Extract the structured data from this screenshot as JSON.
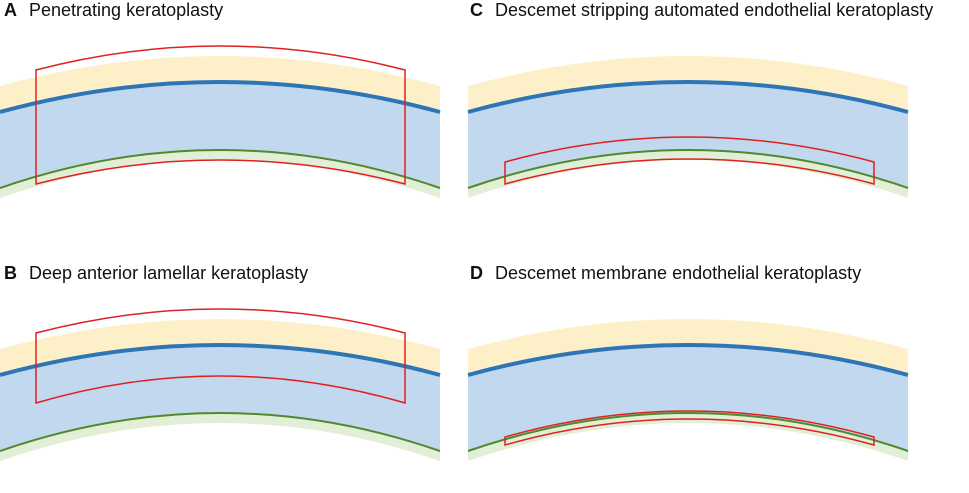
{
  "panels": {
    "a": {
      "letter": "A",
      "title": "Penetrating keratoplasty"
    },
    "b": {
      "letter": "B",
      "title": "Deep anterior lamellar keratoplasty"
    },
    "c": {
      "letter": "C",
      "title": "Descemet stripping automated endothelial keratoplasty"
    },
    "d": {
      "letter": "D",
      "title": "Descemet membrane endothelial keratoplasty"
    }
  },
  "colors": {
    "epithelium": "#fdf0c8",
    "stroma": "#c2d8ee",
    "bowman_line": "#2e75b6",
    "descemet_line": "#4f8a2c",
    "endothelium": "#e2efd6",
    "graft_outline": "#e02020"
  }
}
